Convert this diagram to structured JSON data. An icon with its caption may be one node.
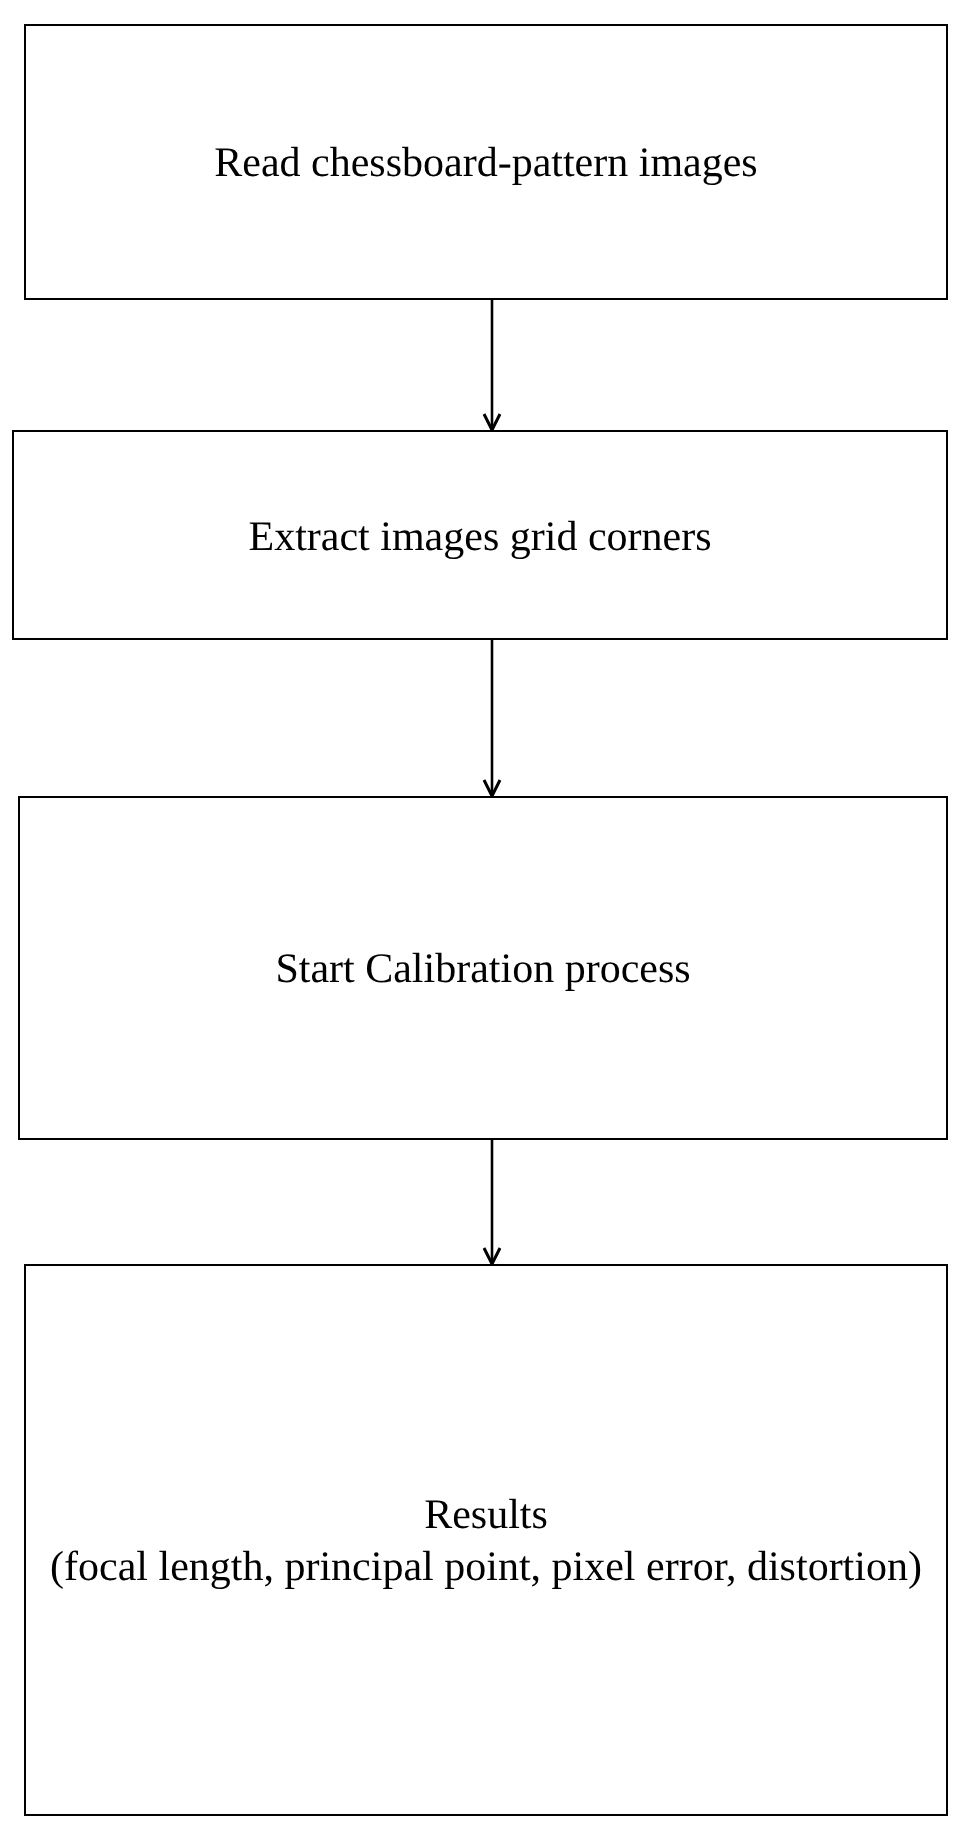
{
  "diagram": {
    "nodes": [
      {
        "text": [
          "Read chessboard-pattern images"
        ]
      },
      {
        "text": [
          "Extract images grid corners"
        ]
      },
      {
        "text": [
          "Start Calibration process"
        ]
      },
      {
        "text": [
          "Results",
          "(focal length, principal point, pixel error, distortion)"
        ]
      }
    ],
    "edges": [
      {
        "from": 0,
        "to": 1,
        "arrow": "to"
      },
      {
        "from": 1,
        "to": 2,
        "arrow": "to"
      },
      {
        "from": 2,
        "to": 3,
        "arrow": "to"
      }
    ]
  }
}
